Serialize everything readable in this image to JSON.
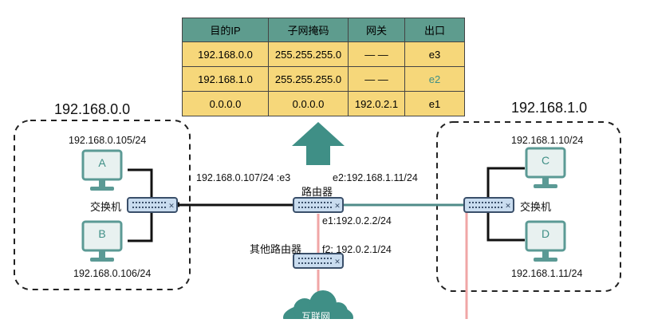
{
  "routing_table": {
    "headers": [
      "目的IP",
      "子网掩码",
      "网关",
      "出口"
    ],
    "rows": [
      [
        "192.168.0.0",
        "255.255.255.0",
        "— —",
        "e3"
      ],
      [
        "192.168.1.0",
        "255.255.255.0",
        "— —",
        "e2"
      ],
      [
        "0.0.0.0",
        "0.0.0.0",
        "192.0.2.1",
        "e1"
      ]
    ]
  },
  "left_network": {
    "title": "192.168.0.0",
    "host_a": {
      "label": "A",
      "ip": "192.168.0.105/24"
    },
    "host_b": {
      "label": "B",
      "ip": "192.168.0.106/24"
    },
    "switch_label": "交换机"
  },
  "right_network": {
    "title": "192.168.1.0",
    "host_c": {
      "label": "C",
      "ip": "192.168.1.10/24"
    },
    "host_d": {
      "label": "D",
      "ip": "192.168.1.11/24"
    },
    "switch_label": "交换机"
  },
  "router": {
    "label": "路由器",
    "e3": "192.168.0.107/24 :e3",
    "e2": "e2:192.168.1.11/24",
    "e1": "e1:192.0.2.2/24"
  },
  "other_router": {
    "label": "其他路由器",
    "f2": "f2: 192.0.2.1/24"
  },
  "internet_label": "互联网",
  "colors": {
    "header": "#5e9c8e",
    "cell": "#f6d77a",
    "monitor": "#5b9a95",
    "pink_link": "#f0a6a6",
    "teal_link": "#3f8f86"
  }
}
